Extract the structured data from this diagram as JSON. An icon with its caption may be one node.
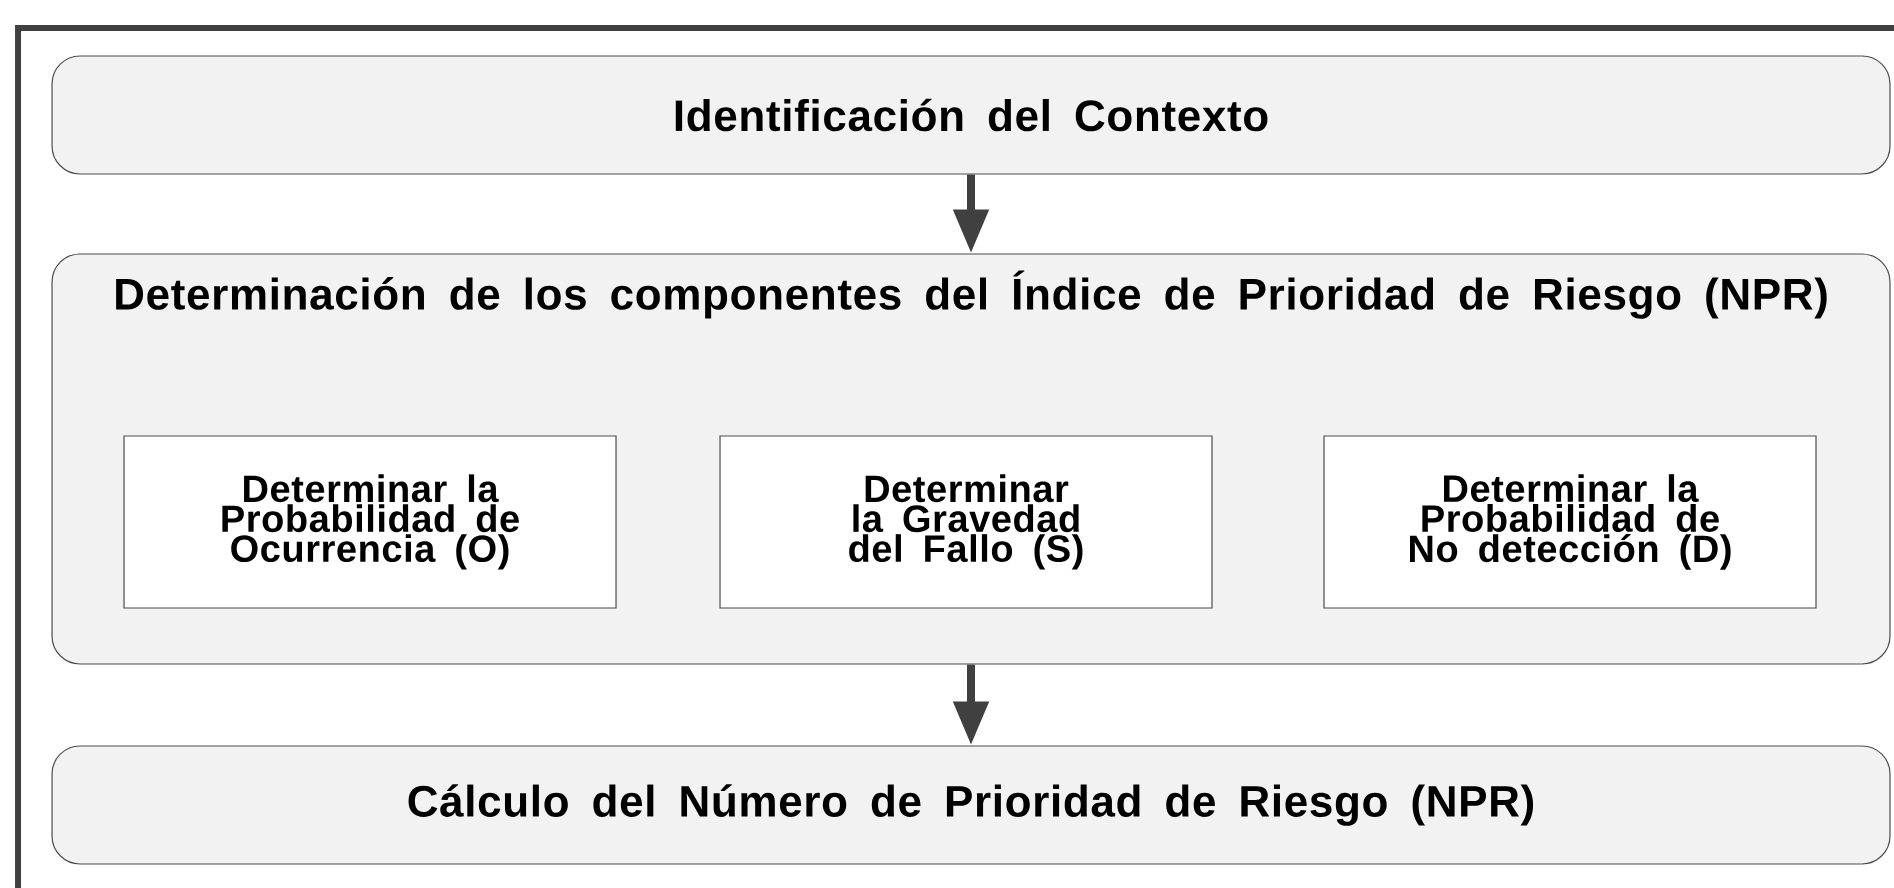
{
  "diagram": {
    "nodes": [
      {
        "text": [
          "Identificación del Contexto"
        ]
      },
      {
        "text": [
          "Determinación de los componentes del Índice de Prioridad de Riesgo (NPR)"
        ]
      },
      {
        "text": [
          "Determinar la Probabilidad de Ocurrencia (O)"
        ],
        "in": 1
      },
      {
        "text": [
          "Determinar la Gravedad del Fallo (S)"
        ],
        "in": 1
      },
      {
        "text": [
          "Determinar la Probabilidad de No detección (D)"
        ],
        "in": 1
      },
      {
        "text": [
          "Cálculo del Número de Prioridad de Riesgo (NPR)"
        ]
      }
    ],
    "edges": [
      {
        "from": 0,
        "to": 1,
        "arrow": "to"
      },
      {
        "from": 1,
        "to": 5,
        "arrow": "to"
      }
    ]
  }
}
